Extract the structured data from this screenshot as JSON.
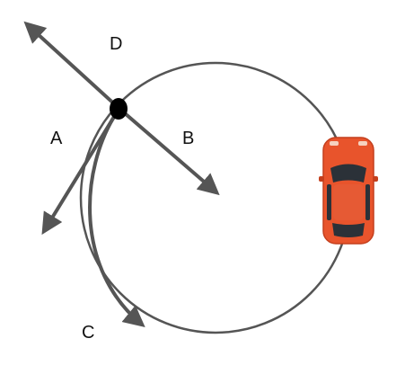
{
  "diagram": {
    "labels": {
      "a": "A",
      "b": "B",
      "c": "C",
      "d": "D"
    },
    "colors": {
      "circle": "#555555",
      "arrow": "#555555",
      "ball": "#000000",
      "car_body": "#e8542c",
      "car_window": "#2b3138"
    },
    "icons": {
      "ball": "ball-icon",
      "car": "car-icon"
    }
  }
}
